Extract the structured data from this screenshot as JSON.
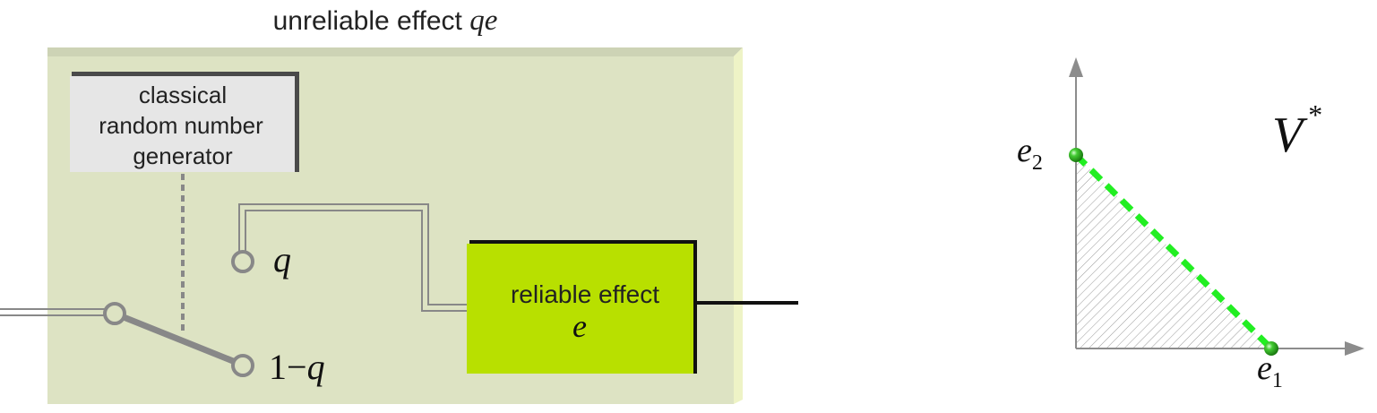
{
  "left_diagram": {
    "title_text": "unreliable effect ",
    "title_symbol": "qe",
    "rng_box": {
      "line1": "classical",
      "line2": "random number",
      "line3": "generator"
    },
    "reliable_box": {
      "label": "reliable effect",
      "symbol": "e"
    },
    "switch_labels": {
      "upper": "q",
      "lower_prefix": "1−",
      "lower_symbol": "q"
    },
    "colors": {
      "outer_box": "#dde3c3",
      "outer_box_side": "#eef3c6",
      "rng_box": "#e6e6e6",
      "reliable_box": "#b8e000",
      "wire": "#808080"
    }
  },
  "right_diagram": {
    "space_label": "V",
    "space_sup": "*",
    "e2_label": "e",
    "e2_sub": "2",
    "e1_label": "e",
    "e1_sub": "1",
    "colors": {
      "axis": "#8c8c8c",
      "dashed_line": "#22ee22",
      "points": "#33bb22",
      "hatch": "#777777"
    }
  }
}
